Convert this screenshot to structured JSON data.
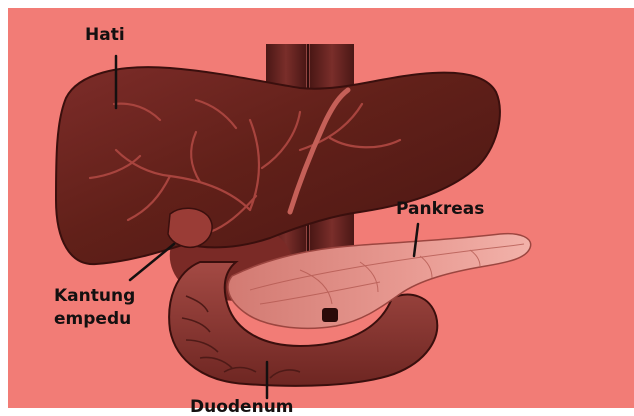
{
  "labels": {
    "liver": "Hati",
    "gallbladder_line1": "Kantung",
    "gallbladder_line2": "empedu",
    "pancreas": "Pankreas",
    "duodenum": "Duodenum"
  },
  "colors": {
    "background": "#f27c76",
    "organ_dark": "#5e1e1c",
    "organ_mid": "#8e3733",
    "organ_light": "#c4605a",
    "pancreas_light": "#f0aaa2",
    "label_text": "#141010"
  }
}
